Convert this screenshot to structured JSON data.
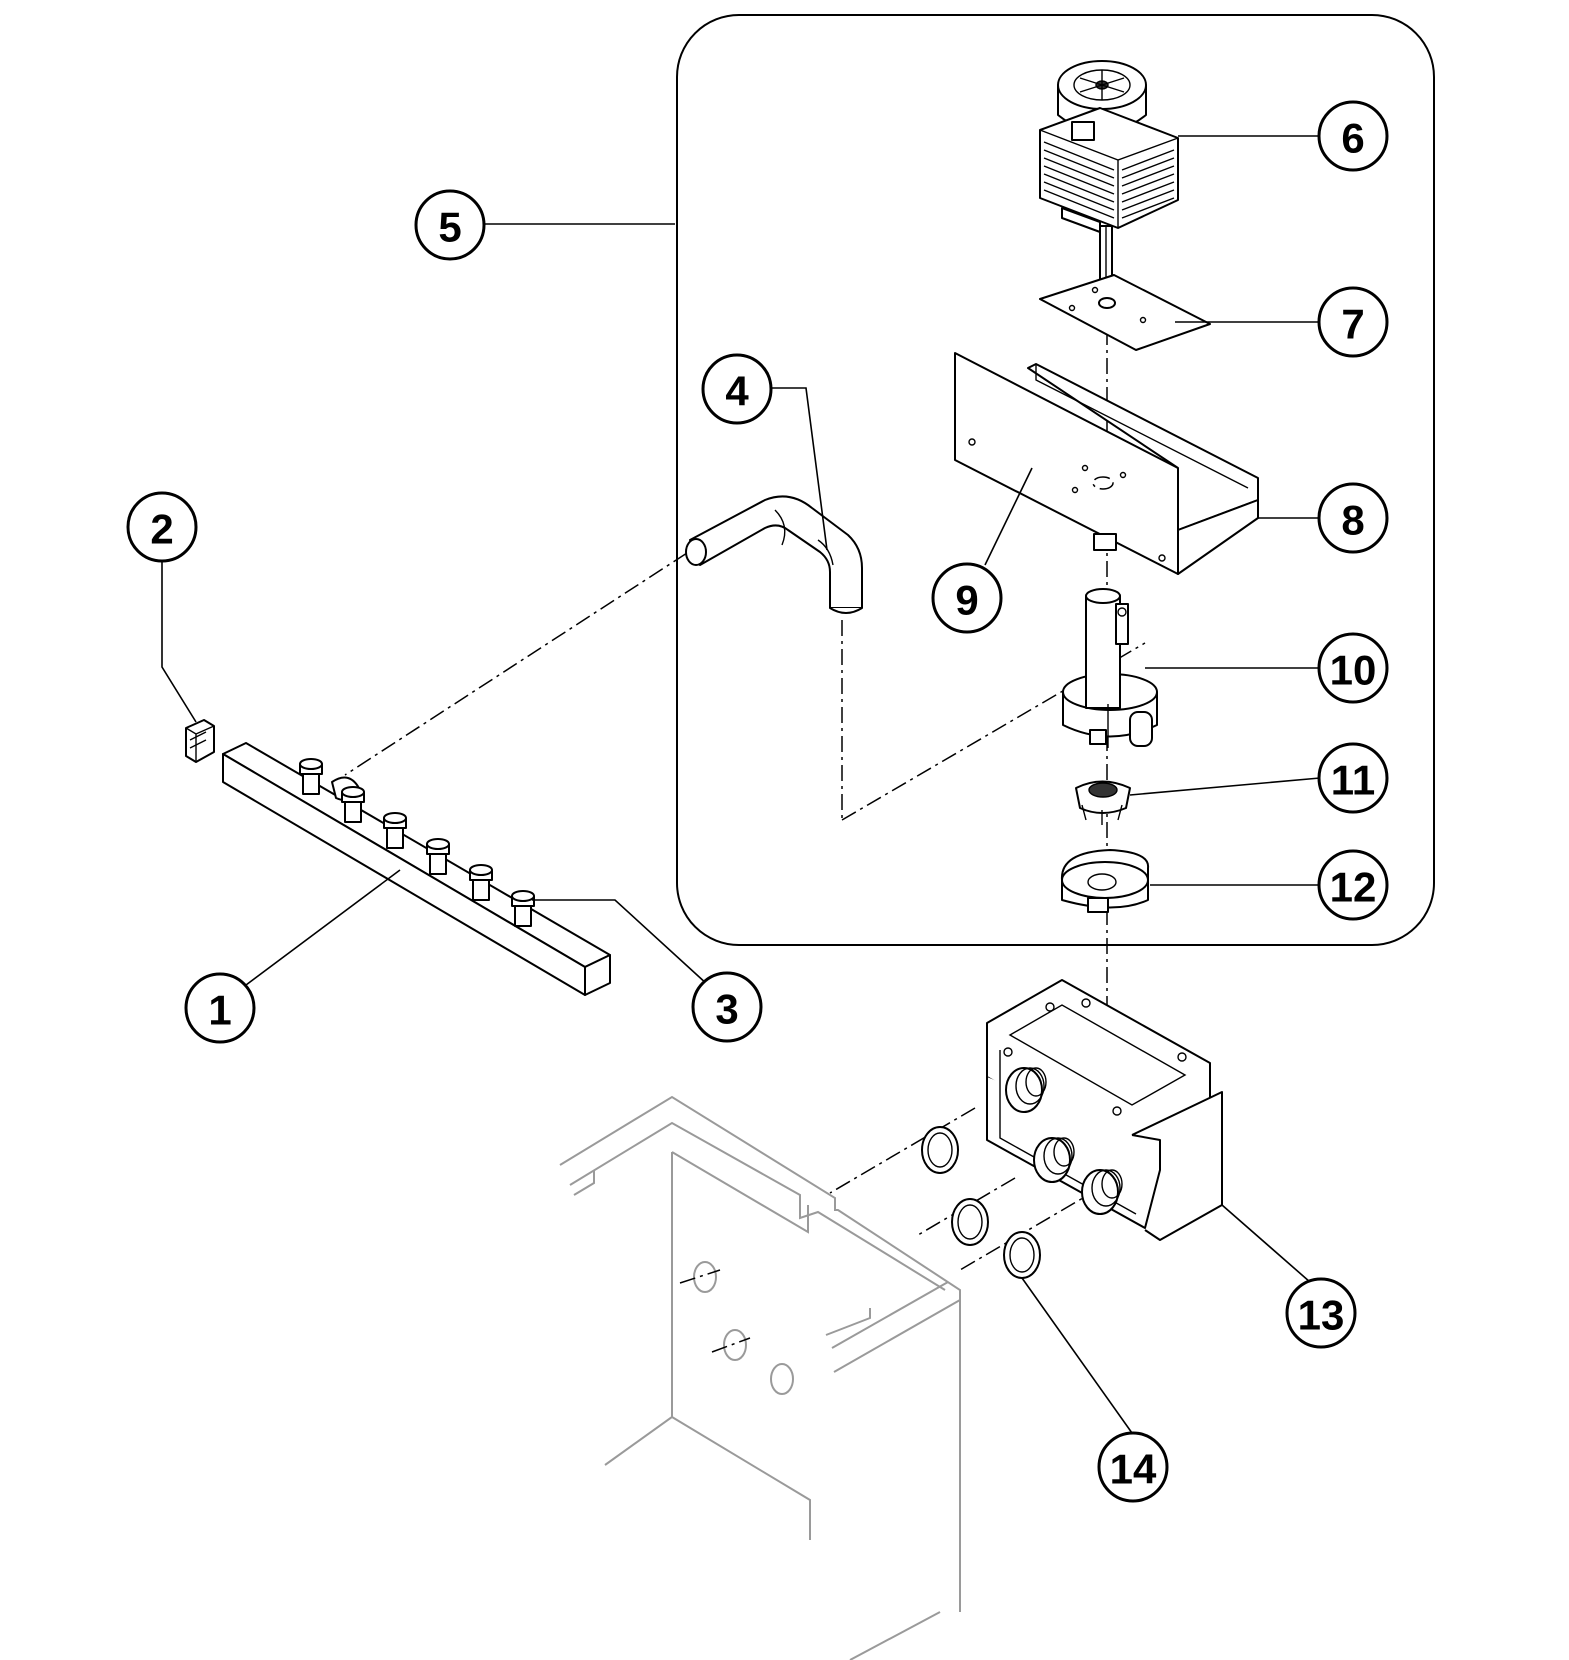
{
  "callouts": {
    "c1": "1",
    "c2": "2",
    "c3": "3",
    "c4": "4",
    "c5": "5",
    "c6": "6",
    "c7": "7",
    "c8": "8",
    "c9": "9",
    "c10": "10",
    "c11": "11",
    "c12": "12",
    "c13": "13",
    "c14": "14"
  },
  "colors": {
    "line": "#000000",
    "background_outline": "#9a9a9a",
    "paper": "#ffffff"
  }
}
